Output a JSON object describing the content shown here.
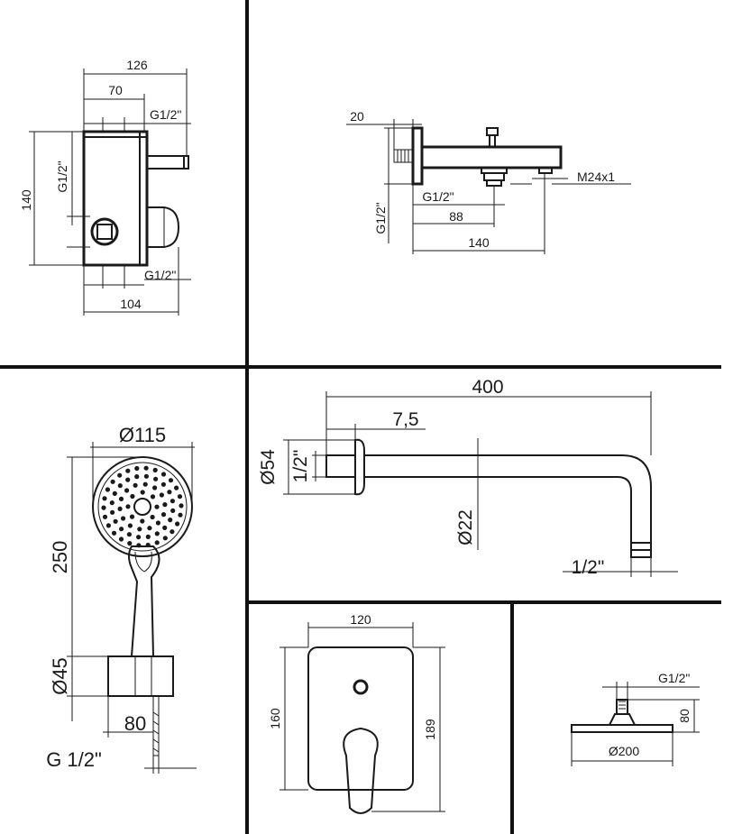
{
  "panels": {
    "box": {
      "dim_126": "126",
      "dim_70": "70",
      "thread_top": "G1/2\"",
      "dim_140": "140",
      "thread_left": "G1/2\"",
      "thread_bottom": "G1/2\"",
      "dim_104": "104"
    },
    "spout": {
      "dim_20": "20",
      "thread_wall": "G1/2\"",
      "thread_outlet": "G1/2\"",
      "dim_88": "88",
      "dim_140": "140",
      "thread_m24": "M24x1"
    },
    "hand_shower": {
      "dia_115": "Ø115",
      "len_250": "250",
      "dia_45": "Ø45",
      "len_80": "80",
      "thread": "G 1/2\""
    },
    "shower_arm": {
      "len_400": "400",
      "len_7_5": "7,5",
      "dia_54": "Ø54",
      "thread_wall": "1/2\"",
      "dia_22": "Ø22",
      "thread_end": "1/2\""
    },
    "mixer_plate": {
      "width_120": "120",
      "height_160": "160",
      "height_189": "189"
    },
    "shower_head": {
      "thread": "G1/2\"",
      "height_80": "80",
      "dia_200": "Ø200"
    }
  },
  "colors": {
    "ink": "#1a1a1a",
    "background": "#ffffff"
  }
}
